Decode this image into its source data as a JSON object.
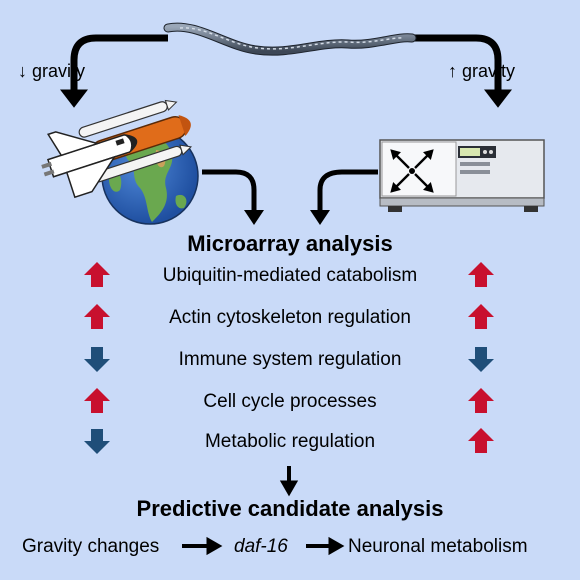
{
  "gravity": {
    "down_label": "↓ gravity",
    "up_label": "↑ gravity"
  },
  "microarray": {
    "title": "Microarray analysis",
    "rows": [
      {
        "label": "Ubiquitin-mediated catabolism",
        "left": "up",
        "right": "up"
      },
      {
        "label": "Actin cytoskeleton regulation",
        "left": "up",
        "right": "up"
      },
      {
        "label": "Immune system regulation",
        "left": "down",
        "right": "down"
      },
      {
        "label": "Cell cycle processes",
        "left": "up",
        "right": "up"
      },
      {
        "label": "Metabolic regulation",
        "left": "down",
        "right": "up"
      }
    ]
  },
  "predictive": {
    "title": "Predictive candidate analysis",
    "chain": [
      "Gravity changes",
      "daf-16",
      "Neuronal metabolism"
    ]
  },
  "colors": {
    "background": "#c9daf8",
    "up_arrow": "#c8102e",
    "down_arrow": "#1f4e79"
  },
  "icons": {
    "worm": "c-elegans-worm-icon",
    "shuttle": "space-shuttle-icon",
    "earth": "earth-globe-icon",
    "centrifuge": "centrifuge-icon"
  }
}
